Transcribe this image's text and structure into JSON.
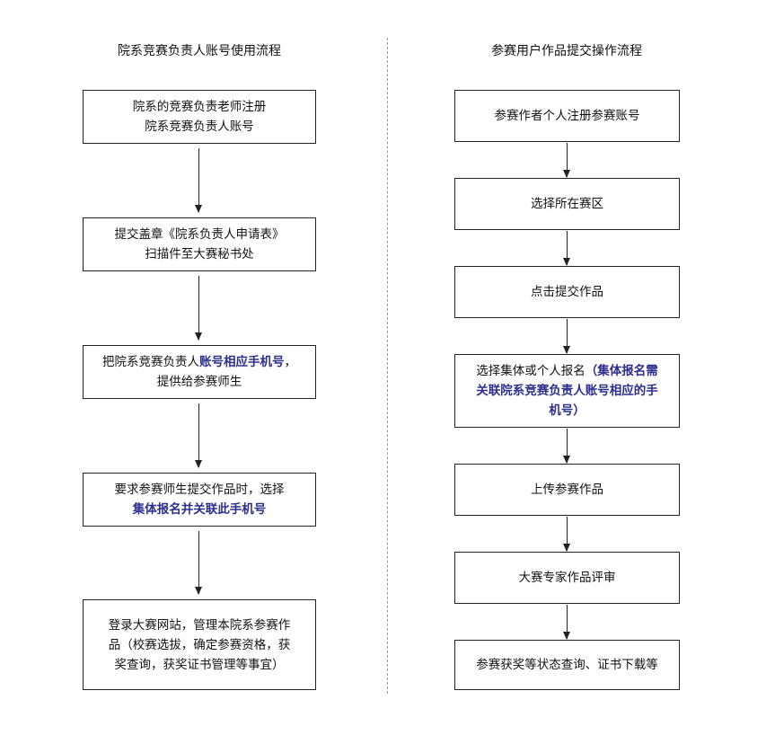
{
  "left": {
    "title": "院系竞赛负责人账号使用流程",
    "steps": [
      {
        "line1": "院系的竞赛负责老师注册",
        "line2": "院系竞赛负责人账号"
      },
      {
        "line1": "提交盖章《院系负责人申请表》",
        "line2": "扫描件至大赛秘书处"
      },
      {
        "pre": "把院系竞赛负责人",
        "hl": "账号相应手机号",
        "post": "，",
        "line2": "提供给参赛师生"
      },
      {
        "line1": "要求参赛师生提交作品时，选择",
        "hl": "集体报名并关联此手机号"
      },
      {
        "line1": "登录大赛网站，管理本院系参赛作",
        "line2": "品（校赛选拔，确定参赛资格，获",
        "line3": "奖查询，获奖证书管理等事宜）"
      }
    ]
  },
  "right": {
    "title": "参赛用户作品提交操作流程",
    "steps": [
      {
        "text": "参赛作者个人注册参赛账号"
      },
      {
        "text": "选择所在赛区"
      },
      {
        "text": "点击提交作品"
      },
      {
        "pre": "选择集体或个人报名",
        "hl1": "（集体报名需",
        "hl2": "关联院系竞赛负责人账号相应的手",
        "hl3": "机号）"
      },
      {
        "text": "上传参赛作品"
      },
      {
        "text": "大赛专家作品评审"
      },
      {
        "text": "参赛获奖等状态查询、证书下载等"
      }
    ]
  },
  "colors": {
    "highlight": "#2e2e8f",
    "border": "#222222",
    "divider": "#9a9a9a"
  }
}
